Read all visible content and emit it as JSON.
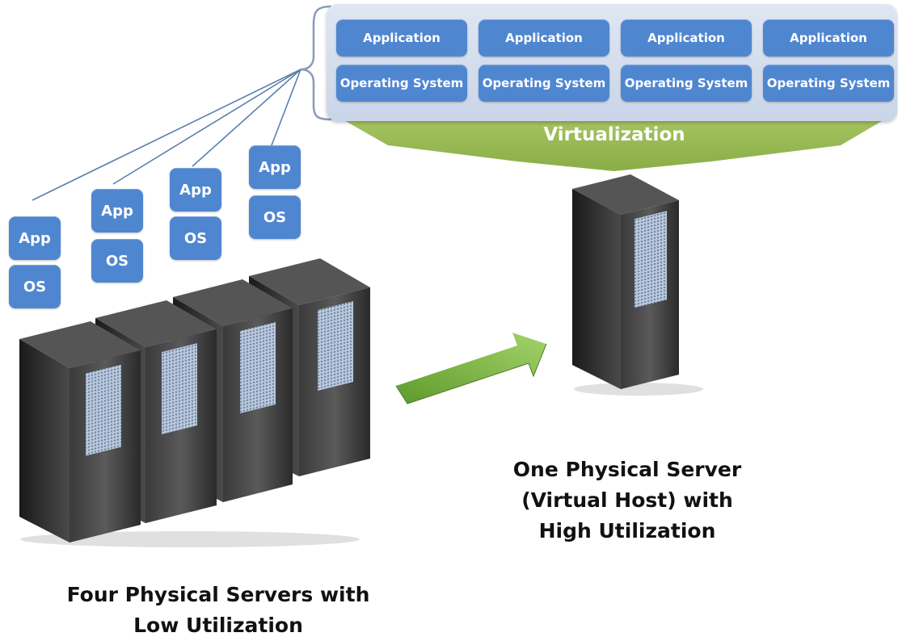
{
  "virtual_stack": {
    "vms": [
      {
        "app": "Application",
        "os": "Operating System"
      },
      {
        "app": "Application",
        "os": "Operating System"
      },
      {
        "app": "Application",
        "os": "Operating System"
      },
      {
        "app": "Application",
        "os": "Operating System"
      }
    ],
    "layer_label": "Virtualization"
  },
  "physical_servers": {
    "stacks": [
      {
        "app": "App",
        "os": "OS"
      },
      {
        "app": "App",
        "os": "OS"
      },
      {
        "app": "App",
        "os": "OS"
      },
      {
        "app": "App",
        "os": "OS"
      }
    ],
    "caption_line1": "Four Physical Servers with",
    "caption_line2": "Low Utilization"
  },
  "virtual_host": {
    "caption_line1": "One Physical Server",
    "caption_line2": "(Virtual Host) with",
    "caption_line3": "High Utilization"
  },
  "colors": {
    "box_blue": "#4f86d0",
    "virtualization_green": "#9bbb59",
    "arrow_green": "#7fb648",
    "server_dark": "#2a2a2a"
  }
}
